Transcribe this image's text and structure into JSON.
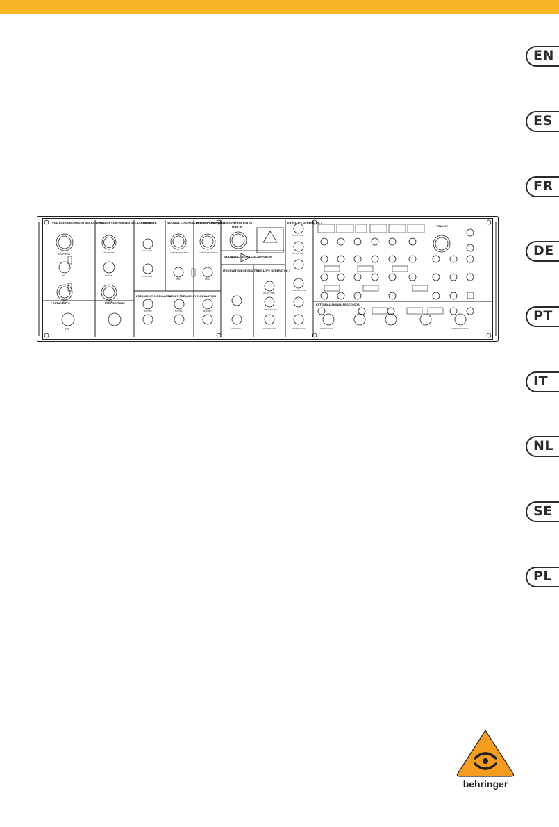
{
  "header": {
    "bar_color": "#f8b624"
  },
  "languages": [
    "EN",
    "ES",
    "FR",
    "DE",
    "PT",
    "IT",
    "NL",
    "SE",
    "PL"
  ],
  "panel": {
    "sections": {
      "vco1": "VOLTAGE CONTROLLED OSCILLATOR 1",
      "vco2": "VOLTAGE CONTROLLED OSCILLATOR 2",
      "mixer": "VCO MIXER",
      "hpf": "VOLTAGE CONTROLLED HIGHPASS FILTER",
      "lpf": "VOLTAGE CONTROLLED LOWPASS FILTER",
      "env2": "ENVELOPE GENERATOR 2",
      "vca": "VOLTAGE CONTROLLED AMPLIFIER",
      "modgen": "MODULATION GENERATOR",
      "env1": "ENVELOPE GENERATOR 1",
      "fm_mod": "FREQUENCY MODULATION",
      "cutoff_mod": "CUTOFF FREQUENCY MODULATION",
      "ext": "EXTERNAL SIGNAL PROCESSOR",
      "portamento": "PORTAMENTO",
      "master_tune": "MASTER TUNE",
      "volume": "VOLUME",
      "midi": "MIDI IN"
    },
    "knobs": {
      "brightness": "BRIGHTNESS",
      "waveform": "WAVEFORM",
      "fm": "FM",
      "detune": "DETUNE",
      "scale": "SCALE",
      "vco_level": "VCO LEVEL",
      "cutoff": "CUTOFF FREQUENCY",
      "peak": "PEAK",
      "attack": "ATTACK TIME",
      "decay": "DECAY TIME",
      "sustain": "SUSTAIN LEVEL",
      "release": "RELEASE TIME",
      "multiply": "MULTIPLY",
      "frequency": "FREQUENCY",
      "time": "TIME",
      "signal_level": "SIGNAL LEVEL",
      "threshold": "THRESHOLD LEVEL"
    }
  },
  "brand": {
    "name": "behringer"
  }
}
